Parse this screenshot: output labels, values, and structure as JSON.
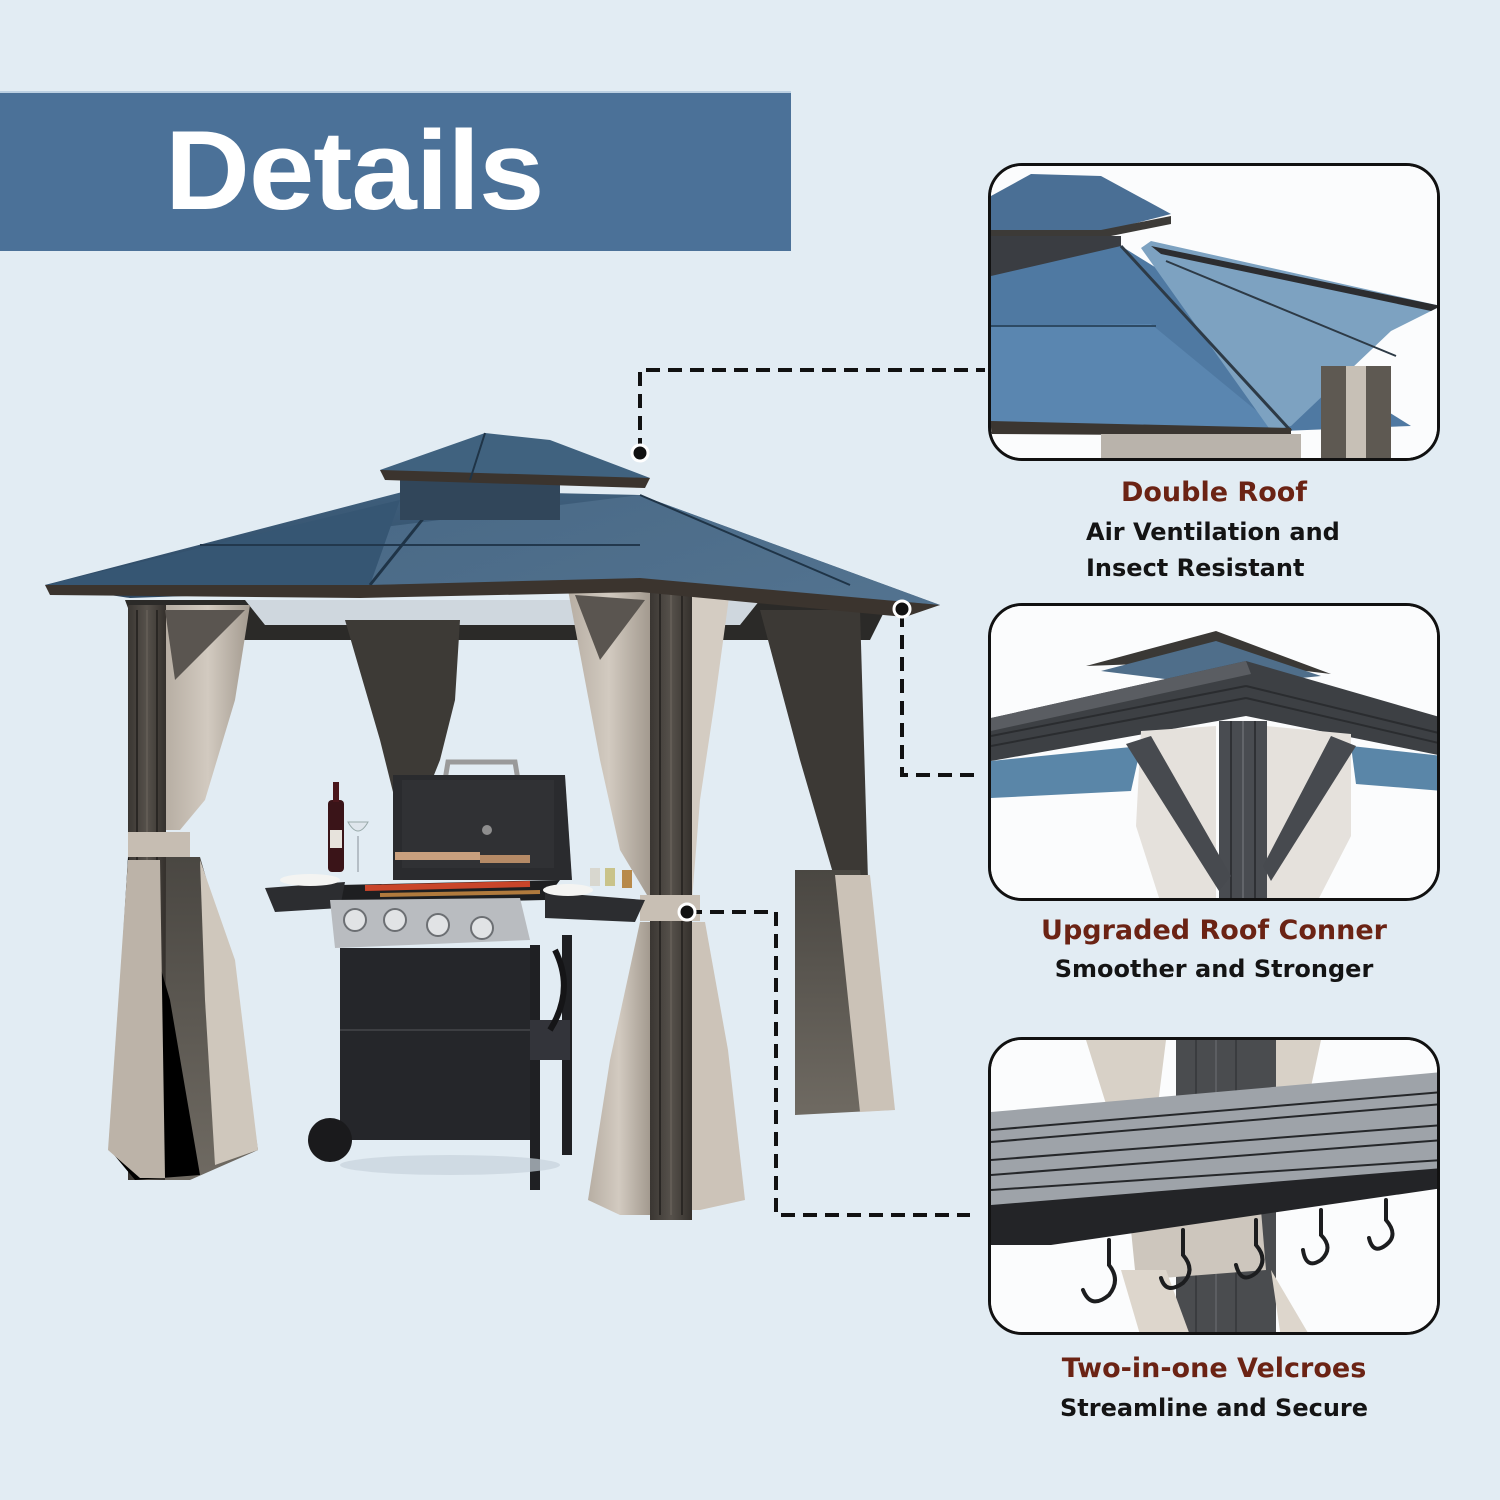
{
  "banner": {
    "title": "Details",
    "background_color": "#4b7198",
    "text_color": "#ffffff"
  },
  "page": {
    "background_color": "#e2ecf3"
  },
  "main_image": {
    "subject": "hardtop gazebo with double polycarbonate roof, aluminum posts, curtains and mosquito netting",
    "props": [
      "gas-grill-4-burner",
      "wine-bottle",
      "wine-glass",
      "plates",
      "spice-jars",
      "skewers"
    ]
  },
  "features": [
    {
      "title": "Double Roof",
      "subtitle_lines": [
        "Air Ventilation and",
        "Insect Resistant"
      ],
      "panel_image": "double-roof-closeup"
    },
    {
      "title": "Upgraded Roof Conner",
      "subtitle_lines": [
        "Smoother and Stronger"
      ],
      "panel_image": "roof-corner-closeup"
    },
    {
      "title": "Two-in-one Velcroes",
      "subtitle_lines": [
        "Streamline and Secure"
      ],
      "panel_image": "hooks-velcro-closeup",
      "hook_count": 5
    }
  ],
  "colors": {
    "caption_title": "#6b2314",
    "caption_subtitle": "#141414",
    "panel_border": "#111111",
    "connector_line": "#111111"
  }
}
